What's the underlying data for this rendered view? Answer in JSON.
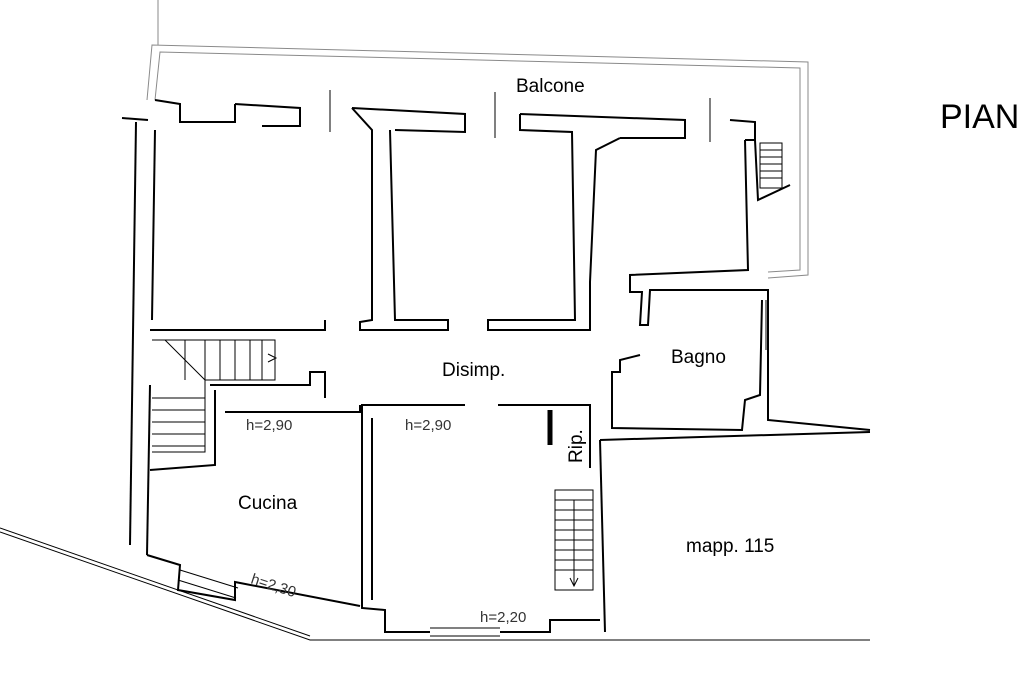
{
  "plan": {
    "title": "PIAN",
    "rooms": {
      "balcone": "Balcone",
      "disimp": "Disimp.",
      "bagno": "Bagno",
      "cucina": "Cucina",
      "rip": "Rip.",
      "mapp": "mapp. 115"
    },
    "heights": {
      "h1": "h=2,90",
      "h2": "h=2,90",
      "h3": "h=2,30",
      "h4": "h=2,20"
    }
  }
}
